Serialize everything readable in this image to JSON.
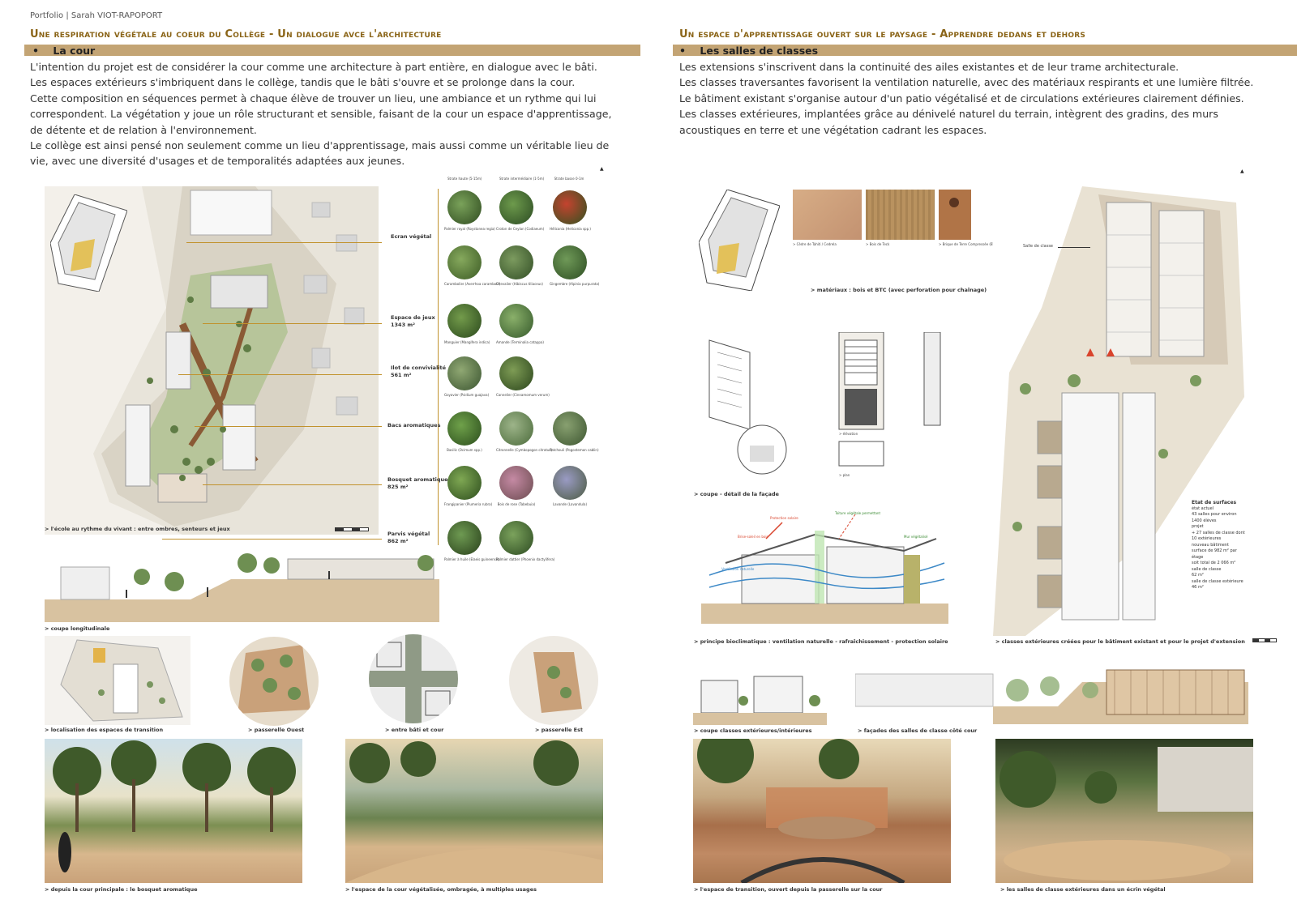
{
  "header": {
    "tag": "Portfolio | Sarah VIOT-RAPOPORT"
  },
  "left": {
    "title": "Une respiration végétale au coeur du Collège - Un dialogue avce l'architecture",
    "subhead": "La cour",
    "paragraphs": [
      "L'intention du projet est de considérer la cour comme une architecture à part entière, en dialogue avec le bâti.",
      "Les espaces extérieurs s'imbriquent dans le collège, tandis que le bâti s'ouvre et se prolonge dans la cour.",
      "Cette composition en séquences permet à chaque élève de trouver un lieu, une ambiance et un rythme qui lui correspondent. La végétation y joue un rôle structurant et sensible, faisant de la cour un espace d'apprentissage, de détente et de relation à l'environnement.",
      "Le collège est ainsi pensé non seulement comme un lieu d'apprentissage, mais aussi comme un véritable lieu de vie, avec une diversité d'usages et de temporalités adaptées aux jeunes."
    ],
    "zones": [
      {
        "name": "Ecran végétal",
        "area": ""
      },
      {
        "name": "Espace de jeux",
        "area": "1343 m²"
      },
      {
        "name": "Ilot de convivialité",
        "area": "561 m²"
      },
      {
        "name": "Bacs aromatiques",
        "area": ""
      },
      {
        "name": "Bosquet aromatique",
        "area": "825 m²"
      },
      {
        "name": "Parvis végétal",
        "area": "862 m²"
      }
    ],
    "captions": {
      "plan": "> l'école au rythme du vivant : entre ombres, senteurs et jeux",
      "section": "> coupe longitudinale",
      "location": "> localisation des espaces de transition",
      "west": "> passerelle Ouest",
      "between": "> entre bâti et cour",
      "east": "> passerelle Est",
      "render1": "> depuis la cour principale : le bosquet aromatique",
      "render2": "> l'espace de la cour végétalisée, ombragée, à multiples usages"
    },
    "plant_headers": [
      "Strate haute (5-15m)",
      "Strate intermédiaire (1-5m)",
      "Strate basse 0-1m"
    ],
    "plants": [
      [
        "Palmier royal (Roystonea regia)",
        "Croton de Ceylan (Codiaeum)",
        "Héliconia (Heliconia spp.)"
      ],
      [
        "Carambolier (Averrhoa carambola)",
        "Chevalier (Hibiscus tiliaceus)",
        "Gingembre (Alpinia purpurata)"
      ],
      [
        "Manguier (Mangifera indica)",
        "Amande (Terminalia catappa)"
      ],
      [
        "Goyavier (Psidium guajava)",
        "Cannelier (Cinnamomum verum)"
      ],
      [
        "Basilic (Ocimum spp.)",
        "Citronnelle (Cymbopogon citratus)",
        "Patchouli (Pogostemon cablin)"
      ],
      [
        "Frangipanier (Plumeria rubra)",
        "Bois de rose (Tabebuia)",
        "Lavande (Lavandula)"
      ],
      [
        "Palmier à huile (Elaeis guineensis)",
        "Palmier dattier (Phoenix dactylifera)"
      ]
    ]
  },
  "right": {
    "title": "Un espace d'apprentissage ouvert sur le paysage - Apprendre dedans et dehors",
    "subhead": "Les salles de classes",
    "paragraphs": [
      "Les extensions s'inscrivent dans la continuité des ailes existantes et de leur trame architecturale.",
      "Les classes traversantes favorisent la ventilation naturelle, avec des matériaux respirants et une lumière filtrée.",
      "Le bâtiment existant s'organise autour d'un patio végétalisé et de circulations extérieures clairement définies.",
      "Les classes extérieures, implantées grâce au dénivelé naturel du terrain, intègrent des gradins, des murs acoustiques en terre et une végétation cadrant les espaces."
    ],
    "materials": [
      "> Cèdre de Tahiti / Cedrela",
      "> Bois de Teck",
      "> Brique de Terre Compressée (BTC)"
    ],
    "captions": {
      "materials": "> matériaux : bois et BTC (avec perforation pour chaînage)",
      "detail": "> coupe - détail de la façade",
      "bioclim": "> principe bioclimatique : ventilation naturelle - rafraîchissement - protection solaire",
      "plan": "> classes extérieures créées pour le bâtiment existant et pour le projet d'extension",
      "ext_section": "> coupe classes extérieures/intérieures",
      "facade": "> façades des salles de classe côté cour",
      "render1": "> l'espace de transition, ouvert depuis la passerelle sur la cour",
      "render2": "> les salles de classe extérieures dans un écrin végétal",
      "elevation": "> élévation",
      "plan_small": "> plan",
      "salle": "Salle de classe"
    },
    "surfaces": {
      "title": "Etat de surfaces",
      "lines": [
        "état actuel",
        "43 salles pour environ",
        "1400 élèves",
        "projet",
        "+ 27 salles de classe dont",
        "10 extérieures",
        "nouveau bâtiment",
        "surface de 982 m² par",
        "étage",
        "soit total de 2 066 m²",
        "salle de classe",
        "62 m²",
        "salle de classe extérieure",
        "46 m²"
      ]
    },
    "bioclim_labels": [
      "Protection solaire",
      "Toiture végétale permettant",
      "Brise-soleil en bois",
      "Ventilation naturelle",
      "Mur végétalisé"
    ]
  },
  "colors": {
    "accent": "#8a6417",
    "band": "#c3a474",
    "leader": "#c1922d"
  }
}
